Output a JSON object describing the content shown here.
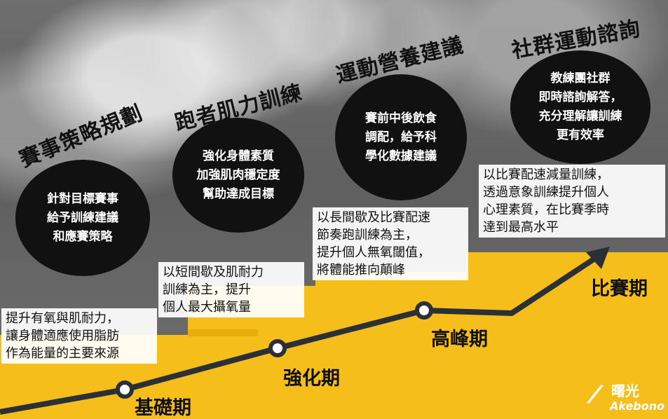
{
  "stages": [
    {
      "title": "賽事策略規劃",
      "circle_text": "針對目標賽事\n給予訓練建議\n和應賽策略"
    },
    {
      "title": "跑者肌力訓練",
      "circle_text": "強化身體素質\n加強肌肉穩定度\n幫助達成目標"
    },
    {
      "title": "運動營養建議",
      "circle_text": "賽前中後飲食\n調配，給予科\n學化數據建議"
    },
    {
      "title": "社群運動諮詢",
      "circle_text": "教練團社群\n即時諮詢解答，\n充分理解讓訓練\n更有效率"
    }
  ],
  "phases": [
    {
      "label": "基礎期",
      "description": "提升有氧與肌耐力，\n讓身體適應使用脂肪\n作為能量的主要來源"
    },
    {
      "label": "強化期",
      "description": "以短間歇及肌耐力\n訓練為主，提升\n個人最大攝氧量"
    },
    {
      "label": "高峰期",
      "description": "以長間歇及比賽配速\n節奏跑訓練為主，\n提升個人無氧閾值，\n將體能推向顛峰"
    },
    {
      "label": "比賽期",
      "description": "以比賽配速減量訓練，\n透過意象訓練提升個人\n心理素質，在比賽季時\n達到最高水平"
    }
  ],
  "logo": {
    "chinese": "曙光",
    "english": "Akebono"
  },
  "colors": {
    "accent": "#F6BE1A",
    "dark": "#111111",
    "arrow": "#2b2f36"
  }
}
